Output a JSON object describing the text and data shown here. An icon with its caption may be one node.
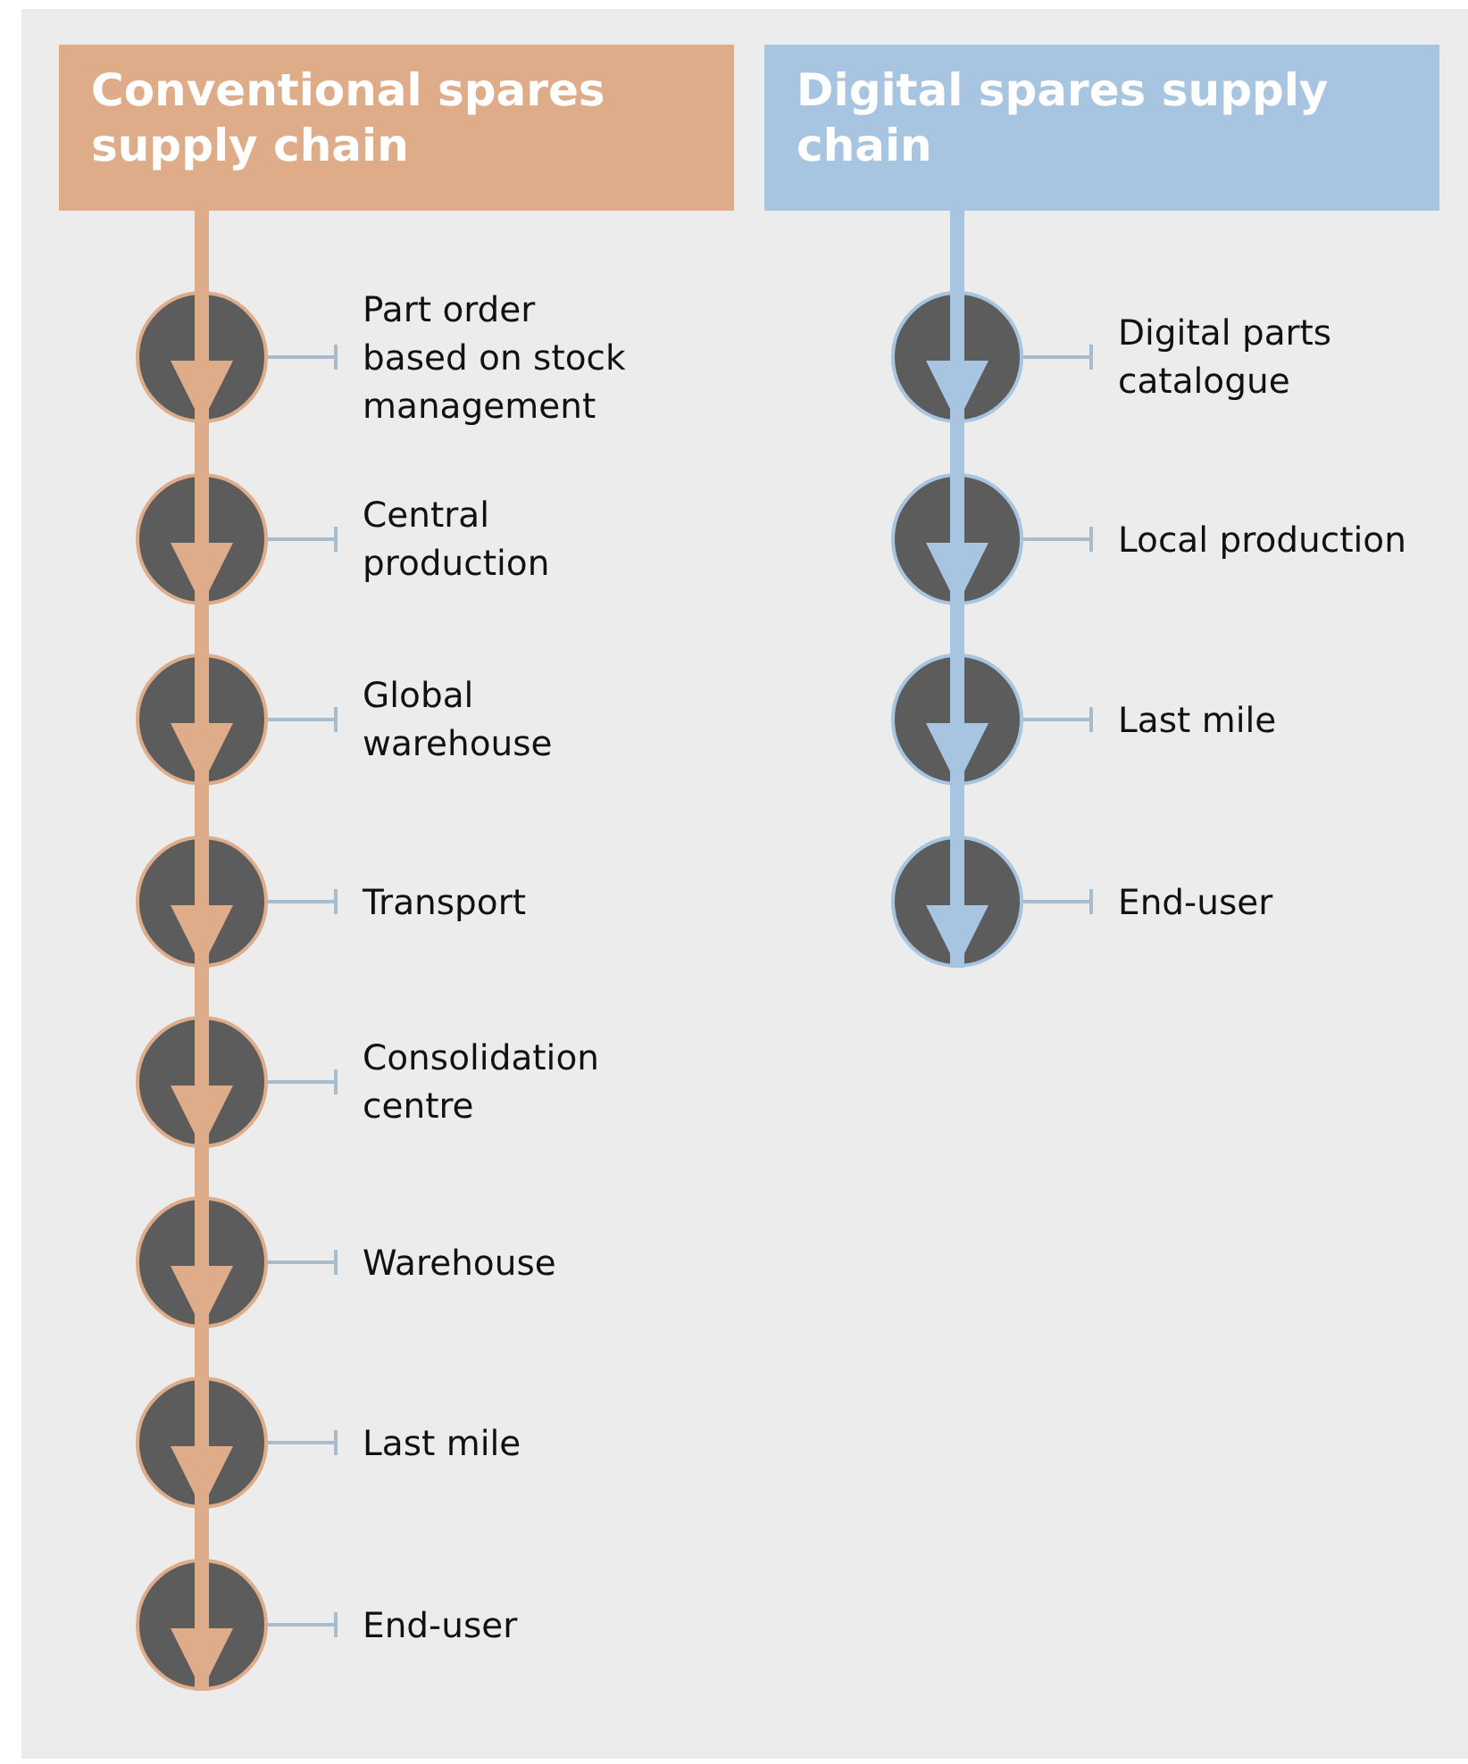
{
  "diagram": {
    "nodes": [
      {
        "text": [
          "Conventional spares supply chain"
        ]
      },
      {
        "text": [],
        "shape": "circle"
      },
      {
        "text": [
          "Part order based on stock management"
        ]
      },
      {
        "text": [],
        "shape": "circle"
      },
      {
        "text": [
          "Central production"
        ]
      },
      {
        "text": [],
        "shape": "circle"
      },
      {
        "text": [
          "Global warehouse"
        ]
      },
      {
        "text": [],
        "shape": "circle"
      },
      {
        "text": [
          "Transport"
        ]
      },
      {
        "text": [],
        "shape": "circle"
      },
      {
        "text": [
          "Consolidation centre"
        ]
      },
      {
        "text": [],
        "shape": "circle"
      },
      {
        "text": [
          "Warehouse"
        ]
      },
      {
        "text": [],
        "shape": "circle"
      },
      {
        "text": [
          "Last mile"
        ]
      },
      {
        "text": [],
        "shape": "circle"
      },
      {
        "text": [
          "End-user"
        ]
      },
      {
        "text": [
          "Digital spares supply chain"
        ]
      },
      {
        "text": [],
        "shape": "circle"
      },
      {
        "text": [
          "Digital parts catalogue"
        ]
      },
      {
        "text": [],
        "shape": "circle"
      },
      {
        "text": [
          "Local production"
        ]
      },
      {
        "text": [],
        "shape": "circle"
      },
      {
        "text": [
          "Last mile"
        ]
      },
      {
        "text": [],
        "shape": "circle"
      },
      {
        "text": [
          "End-user"
        ]
      }
    ],
    "edges": [
      {
        "from": 0,
        "to": 1,
        "arrow": "to",
        "style": "thick",
        "color": "#dfac8a"
      },
      {
        "from": 1,
        "to": 3,
        "arrow": "to",
        "style": "thick",
        "color": "#dfac8a"
      },
      {
        "from": 3,
        "to": 5,
        "arrow": "to",
        "style": "thick",
        "color": "#dfac8a"
      },
      {
        "from": 5,
        "to": 7,
        "arrow": "to",
        "style": "thick",
        "color": "#dfac8a"
      },
      {
        "from": 7,
        "to": 9,
        "arrow": "to",
        "style": "thick",
        "color": "#dfac8a"
      },
      {
        "from": 9,
        "to": 11,
        "arrow": "to",
        "style": "thick",
        "color": "#dfac8a"
      },
      {
        "from": 11,
        "to": 13,
        "arrow": "to",
        "style": "thick",
        "color": "#dfac8a"
      },
      {
        "from": 13,
        "to": 15,
        "arrow": "to",
        "style": "thick",
        "color": "#dfac8a"
      },
      {
        "from": 1,
        "to": 2,
        "arrow": "other"
      },
      {
        "from": 3,
        "to": 4,
        "arrow": "other"
      },
      {
        "from": 5,
        "to": 6,
        "arrow": "other"
      },
      {
        "from": 7,
        "to": 8,
        "arrow": "other"
      },
      {
        "from": 9,
        "to": 10,
        "arrow": "other"
      },
      {
        "from": 11,
        "to": 12,
        "arrow": "other"
      },
      {
        "from": 13,
        "to": 14,
        "arrow": "other"
      },
      {
        "from": 15,
        "to": 16,
        "arrow": "other"
      },
      {
        "from": 17,
        "to": 18,
        "arrow": "to",
        "style": "thick",
        "color": "#a7c4e0"
      },
      {
        "from": 18,
        "to": 20,
        "arrow": "to",
        "style": "thick",
        "color": "#a7c4e0"
      },
      {
        "from": 20,
        "to": 22,
        "arrow": "to",
        "style": "thick",
        "color": "#a7c4e0"
      },
      {
        "from": 22,
        "to": 24,
        "arrow": "to",
        "style": "thick",
        "color": "#a7c4e0"
      },
      {
        "from": 18,
        "to": 19,
        "arrow": "other"
      },
      {
        "from": 20,
        "to": 21,
        "arrow": "other"
      },
      {
        "from": 22,
        "to": 23,
        "arrow": "other"
      },
      {
        "from": 24,
        "to": 25,
        "arrow": "other"
      }
    ]
  }
}
